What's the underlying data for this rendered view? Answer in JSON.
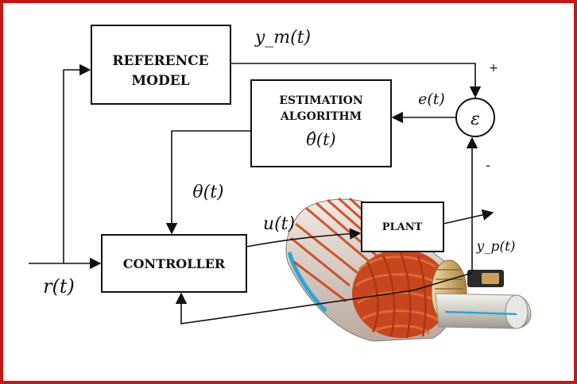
{
  "diagram": {
    "blocks": {
      "reference_model": [
        "REFERENCE",
        "MODEL"
      ],
      "estimation": [
        "ESTIMATION",
        "ALGORITHM"
      ],
      "estimation_param": "θ̂(t)",
      "controller": "CONTROLLER",
      "plant": "PLANT"
    },
    "summing_junction": {
      "symbol": "ε",
      "plus": "+",
      "minus": "-"
    },
    "signals": {
      "reference": "r(t)",
      "model_output": "y_m(t)",
      "error": "e(t)",
      "parameter": "θ(t)",
      "control": "u(t)",
      "plant_output": "y_p(t)"
    },
    "colors": {
      "frame": "#c41818",
      "winding": "#c8461e",
      "shaft": "#d9d6cf",
      "stripe": "#2aa6d6",
      "commutator": "#c9a15a"
    }
  }
}
